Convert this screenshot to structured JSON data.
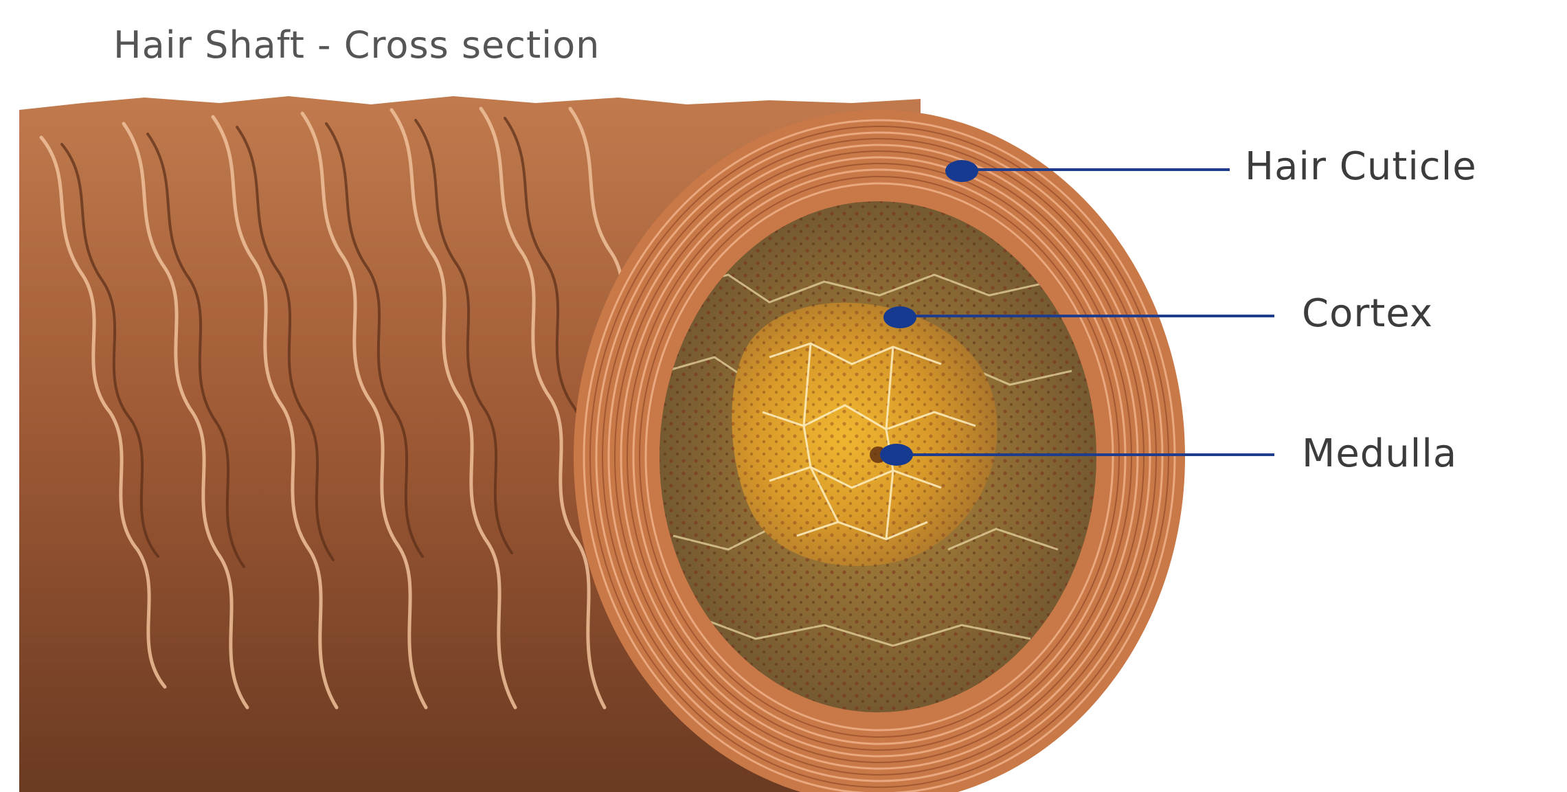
{
  "title": "Hair Shaft - Cross section",
  "labels": {
    "cuticle": "Hair Cuticle",
    "cortex": "Cortex",
    "medulla": "Medulla"
  },
  "colors": {
    "leader_line": "#1f3d8c",
    "leader_dot": "#163a8f",
    "shaft_dark": "#6b3a22",
    "shaft_mid": "#a05a36",
    "shaft_light": "#c98a5c",
    "cuticle_ring": "#d4865a",
    "cortex": "#8a6a3a",
    "medulla": "#e3a52a"
  }
}
